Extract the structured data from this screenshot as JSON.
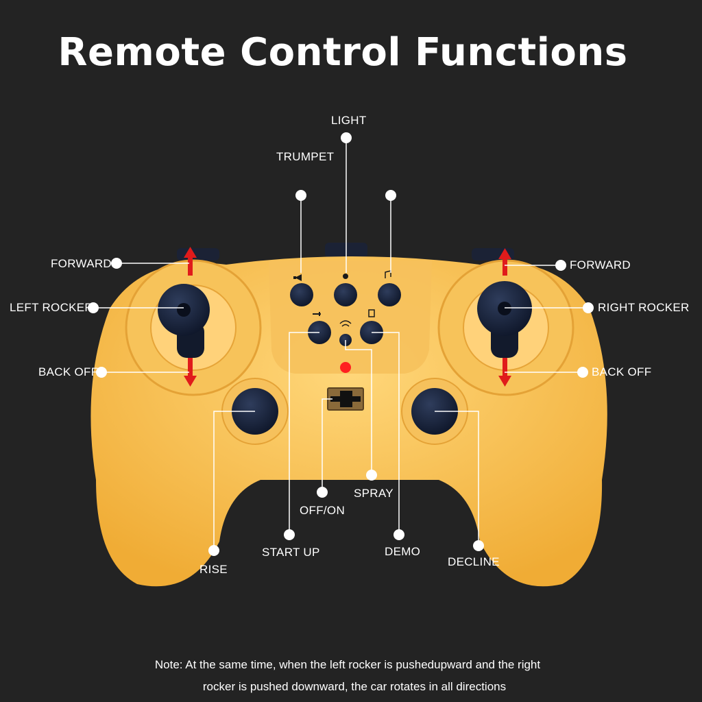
{
  "title": "Remote Control Functions",
  "labels": {
    "light": "LIGHT",
    "trumpet": "TRUMPET",
    "forward_left": "FORWARD",
    "left_rocker": "LEFT ROCKER",
    "back_off_left": "BACK OFF",
    "forward_right": "FORWARD",
    "right_rocker": "RIGHT ROCKER",
    "back_off_right": "BACK OFF",
    "spray": "SPRAY",
    "off_on": "OFF/ON",
    "start_up": "START UP",
    "demo": "DEMO",
    "rise": "RISE",
    "decline": "DECLINE"
  },
  "note": {
    "line1": "Note: At the same time, when the left rocker is pushedupward and the right",
    "line2": "rocker is pushed downward, the car rotates in all directions"
  },
  "colors": {
    "background": "#232323",
    "controller_body": "#f2b744",
    "controller_highlight": "#ffd77a",
    "button": "#16223a",
    "arrow": "#e01b1b",
    "led": "#ff2020",
    "callout": "#ffffff"
  },
  "icons": [
    "trumpet-icon",
    "light-icon",
    "music-icon",
    "key-icon",
    "spray-icon",
    "demo-icon"
  ]
}
